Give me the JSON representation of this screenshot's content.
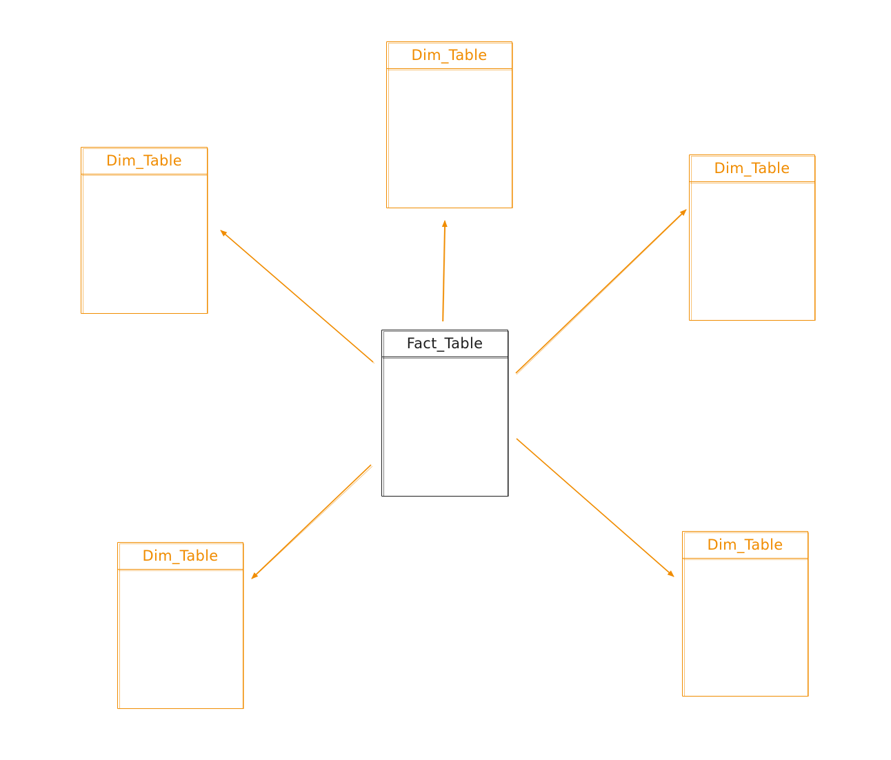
{
  "colors": {
    "dimension": "#f08c00",
    "fact": "#1e1e1e",
    "arrow": "#f08c00",
    "background": "#ffffff"
  },
  "fact_table": {
    "title": "Fact_Table"
  },
  "dim_tables": [
    {
      "title": "Dim_Table"
    },
    {
      "title": "Dim_Table"
    },
    {
      "title": "Dim_Table"
    },
    {
      "title": "Dim_Table"
    },
    {
      "title": "Dim_Table"
    }
  ]
}
